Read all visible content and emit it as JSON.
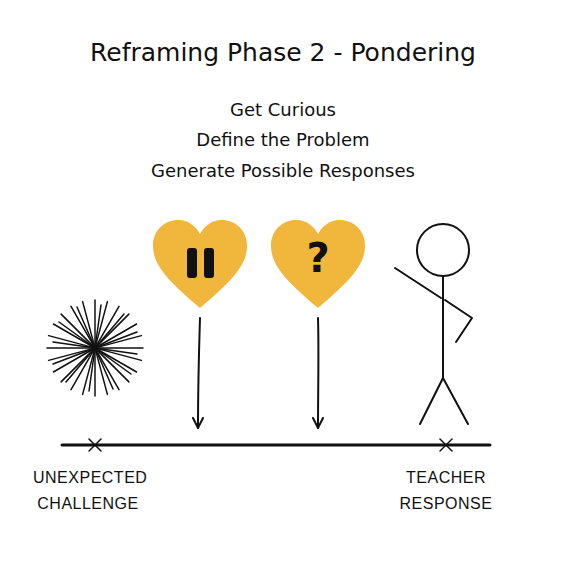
{
  "diagram": {
    "title": "Reframing Phase 2 - Pondering",
    "nodes": [
      {
        "text": [
          "?"
        ]
      }
    ],
    "labels": [
      "Get Curious",
      "Define the Problem",
      "Generate Possible Responses",
      "UNEXPECTED CHALLENGE",
      "TEACHER RESPONSE"
    ]
  }
}
